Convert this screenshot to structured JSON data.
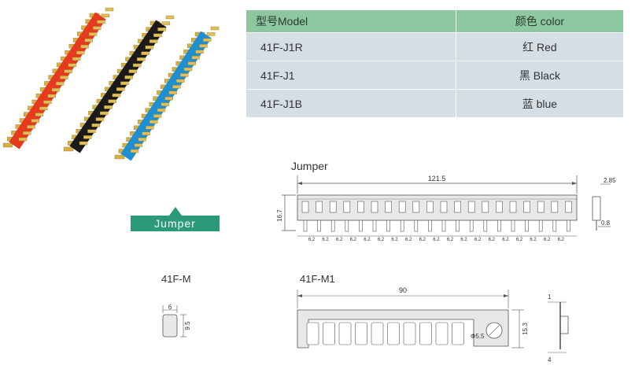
{
  "table": {
    "header": {
      "model": "型号Model",
      "color": "颜色 color"
    },
    "rows": [
      {
        "model": "41F-J1R",
        "color": "红 Red"
      },
      {
        "model": "41F-J1",
        "color": "黑 Black"
      },
      {
        "model": "41F-J1B",
        "color": "蓝 blue"
      }
    ]
  },
  "product_colors": {
    "red": "#e63a1f",
    "black": "#1a1a1a",
    "blue": "#1e8fd0"
  },
  "badge": {
    "text": "Jumper"
  },
  "labels": {
    "jumper_title": "Jumper",
    "m_title": "41F-M",
    "m1_title": "41F-M1"
  },
  "dims": {
    "jumper_length": "121.5",
    "jumper_height": "16.7",
    "jumper_pitch": "6.2",
    "jumper_side_top": "2.85",
    "jumper_side_bottom": "0.8",
    "m_width": "6",
    "m_height": "9.5",
    "m1_length": "90",
    "m1_height": "15.3",
    "m1_hole": "Φ5.5",
    "m1_side_top": "1",
    "m1_side_bottom": "4"
  }
}
